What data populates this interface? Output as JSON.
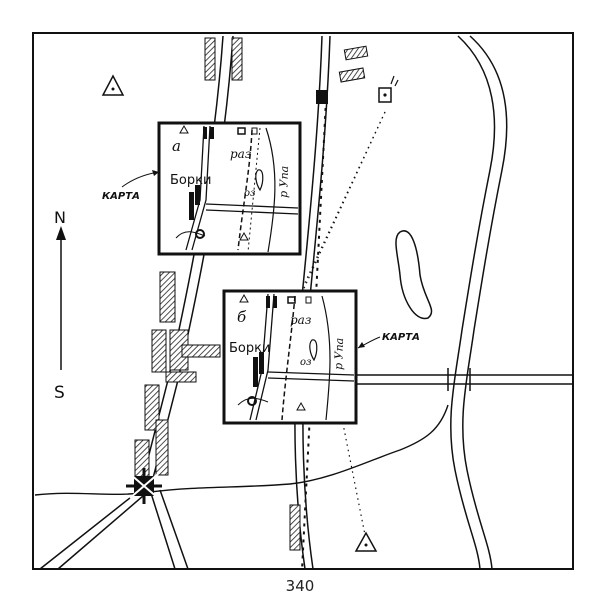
{
  "figure": {
    "page_number": "340",
    "compass": {
      "north": "N",
      "south": "S"
    },
    "callouts": {
      "map_left": "КАРТА",
      "map_right": "КАРТА"
    },
    "inset_a": {
      "letter": "a",
      "village": "Борки",
      "fork": "раз",
      "lake": "оз",
      "river": "р Упа"
    },
    "inset_b": {
      "letter": "б",
      "village": "Борки",
      "fork": "раз",
      "lake": "оз",
      "river": "р Упа"
    }
  }
}
